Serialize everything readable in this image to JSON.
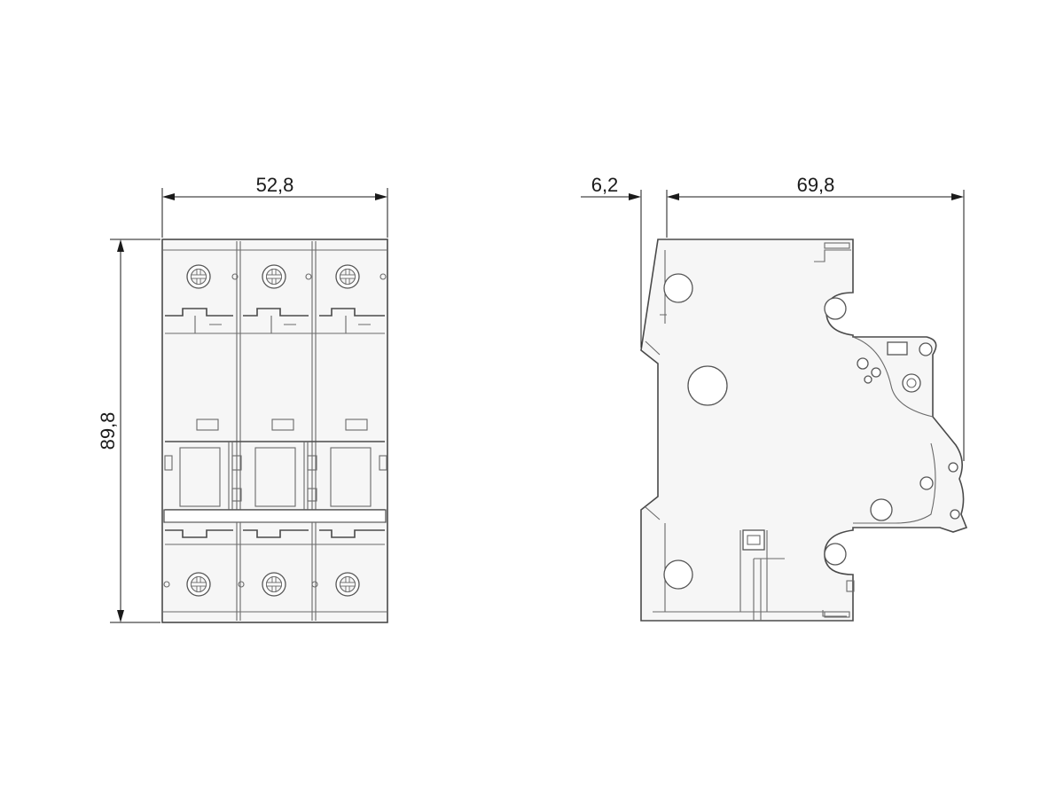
{
  "dimensions": {
    "front_width": "52,8",
    "front_height": "89,8",
    "side_offset": "6,2",
    "side_depth": "69,8"
  },
  "views": {
    "front": {
      "poles": 3
    },
    "side": {}
  },
  "colors": {
    "line": "#4a4a4a",
    "dimension": "#1a1a1a",
    "fill": "#f6f6f6"
  }
}
